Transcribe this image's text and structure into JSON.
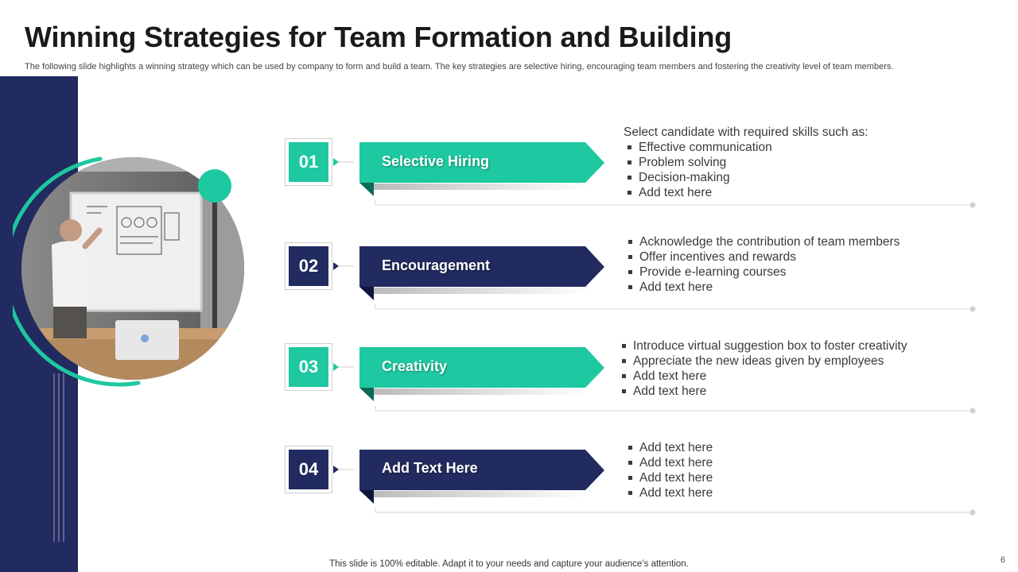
{
  "slide": {
    "title": "Winning Strategies for Team Formation and Building",
    "subtitle": "The following slide highlights a winning strategy which can be used by company to form and build a team. The key strategies are selective hiring, encouraging team members and fostering the creativity level of team members.",
    "footer": "This slide is 100% editable. Adapt it to your needs and capture your audience’s attention.",
    "page_number": "6"
  },
  "colors": {
    "navy": "#222b5f",
    "teal": "#1ec8a0"
  },
  "strategies": [
    {
      "number": "01",
      "label": "Selective Hiring",
      "color": "teal",
      "lead": "Select candidate with required skills such as:",
      "bullets": [
        "Effective communication",
        "Problem solving",
        "Decision-making",
        "Add text here"
      ]
    },
    {
      "number": "02",
      "label": "Encouragement",
      "color": "navy",
      "lead": "",
      "bullets": [
        "Acknowledge the contribution of team members",
        "Offer incentives and rewards",
        "Provide e-learning courses",
        "Add text here"
      ]
    },
    {
      "number": "03",
      "label": "Creativity",
      "color": "teal",
      "lead": "",
      "bullets": [
        "Introduce virtual suggestion box to foster creativity",
        "Appreciate the new ideas given by employees",
        "Add text here",
        "Add text here"
      ]
    },
    {
      "number": "04",
      "label": "Add Text Here",
      "color": "navy",
      "lead": "",
      "bullets": [
        "Add text here",
        "Add text here",
        "Add text here",
        "Add text here"
      ]
    }
  ]
}
